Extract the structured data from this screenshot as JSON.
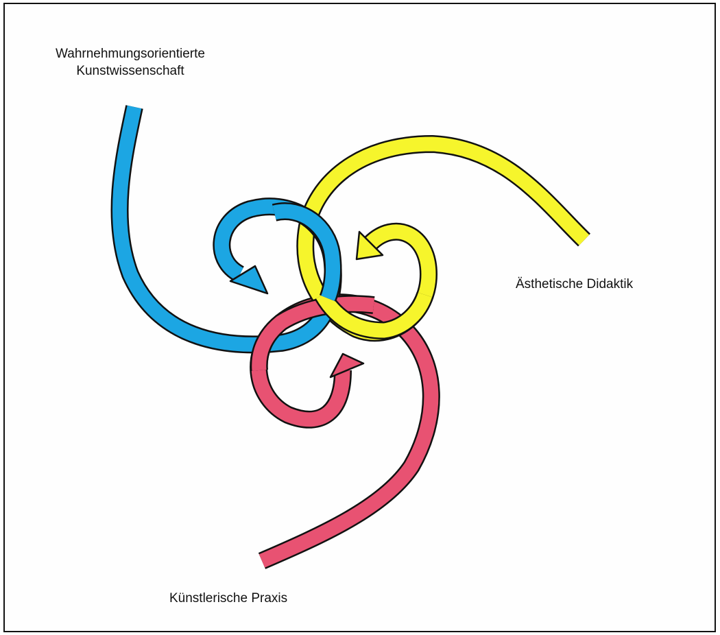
{
  "labels": {
    "blue_line1": "Wahrnehmungsorientierte",
    "blue_line2": "Kunstwissenschaft",
    "yellow": "Ästhetische Didaktik",
    "red": "Künstlerische Praxis"
  },
  "colors": {
    "blue": "#1ca6e3",
    "yellow": "#f6f52c",
    "red": "#e85272",
    "outline": "#111111"
  }
}
